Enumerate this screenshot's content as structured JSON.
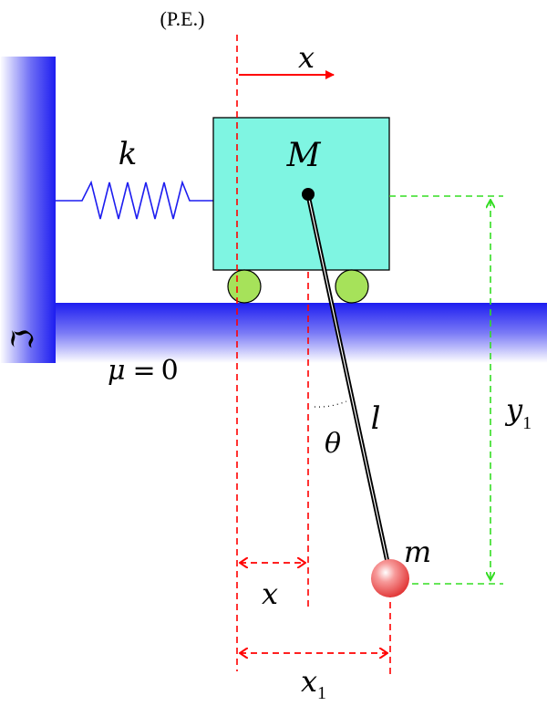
{
  "labels": {
    "equilibrium": "(P.E.)",
    "x_arrow": "x",
    "spring": "k",
    "cart_mass": "M",
    "frame": "ℑ",
    "friction_symbol": "μ",
    "friction_equals": "=",
    "friction_value": "0",
    "length": "l",
    "angle": "θ",
    "bob_mass": "m",
    "y_base": "y",
    "y_sub": "1",
    "x_disp": "x",
    "x1_base": "x",
    "x1_sub": "1"
  },
  "colors": {
    "wall": "#1d1df0",
    "floor": "#1d1df0",
    "cart_fill": "#7ff5e2",
    "wheel_fill": "#a6e25a",
    "spring": "#1d1df0",
    "reference_red": "#ff0000",
    "guide_green": "#33dd22",
    "bob": "#ee4444",
    "rod": "#000000"
  }
}
